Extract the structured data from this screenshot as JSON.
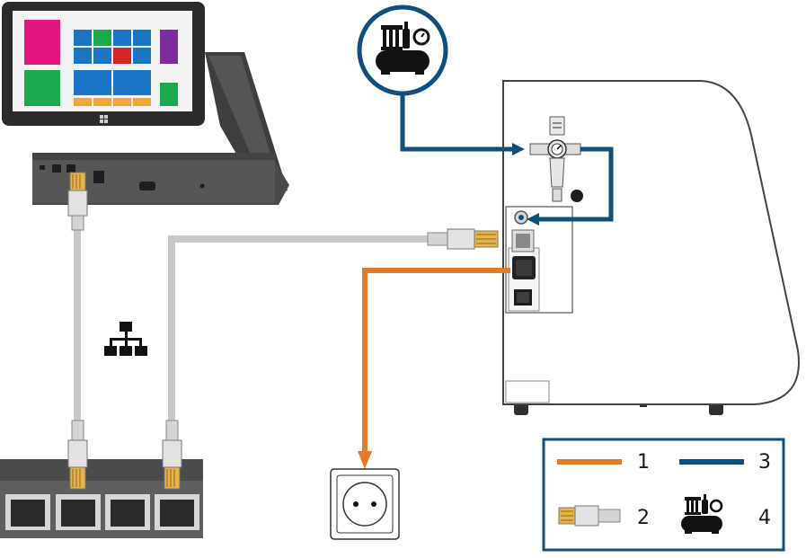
{
  "colors": {
    "power_cable": "#e07b28",
    "air_line": "#0f4f7e",
    "network_cable": "#c8c8c8",
    "machine_outline": "#444444",
    "tablet_body": "#2b2b2b",
    "dock_body": "#5a5a5a",
    "switch_body": "#5e5e5e",
    "tile_magenta": "#e5157f",
    "tile_green": "#1aa94c",
    "tile_blue": "#1b75c6",
    "tile_purple": "#7c2c9c",
    "tile_red": "#d8232a",
    "tile_orange": "#f2a531"
  },
  "icons": {
    "compressor": "air-compressor-icon",
    "network": "network-topology-icon",
    "outlet": "power-outlet-icon",
    "rj45": "rj45-connector-icon",
    "windows": "windows-logo-icon"
  },
  "legend": {
    "items": [
      {
        "number": "1",
        "symbol": "power-cable-line"
      },
      {
        "number": "2",
        "symbol": "network-cable-plug"
      },
      {
        "number": "3",
        "symbol": "compressed-air-line"
      },
      {
        "number": "4",
        "symbol": "air-compressor-icon"
      }
    ]
  }
}
